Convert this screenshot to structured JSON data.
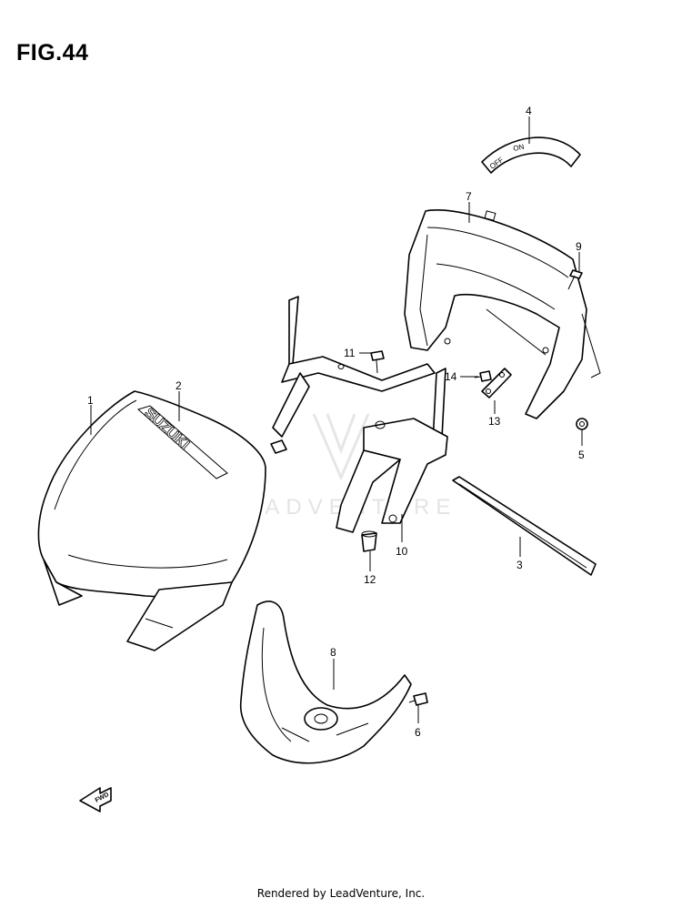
{
  "figure": {
    "title": "FIG.44"
  },
  "footer": {
    "text": "Rendered by LeadVenture, Inc."
  },
  "watermark": {
    "text": "LEADVENTURE"
  },
  "parts": [
    {
      "number": "1"
    },
    {
      "number": "2"
    },
    {
      "number": "3"
    },
    {
      "number": "4"
    },
    {
      "number": "5"
    },
    {
      "number": "6"
    },
    {
      "number": "7"
    },
    {
      "number": "8"
    },
    {
      "number": "9"
    },
    {
      "number": "10"
    },
    {
      "number": "11"
    },
    {
      "number": "12"
    },
    {
      "number": "13"
    },
    {
      "number": "14"
    }
  ],
  "labels": {
    "emblem": "SUZUKI",
    "switch_off": "OFF",
    "switch_on": "ON",
    "fwd": "FWD"
  }
}
